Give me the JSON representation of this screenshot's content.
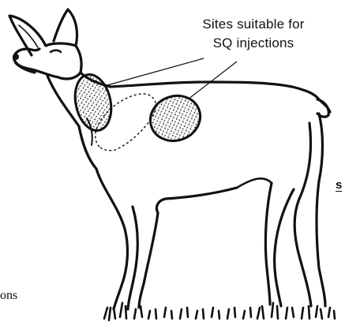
{
  "annotation": {
    "line1": "Sites suitable for",
    "line2": "SQ injections"
  },
  "fragments": {
    "right_edge": "s",
    "left_edge": "ons"
  },
  "colors": {
    "ink": "#111111",
    "background": "#ffffff"
  }
}
